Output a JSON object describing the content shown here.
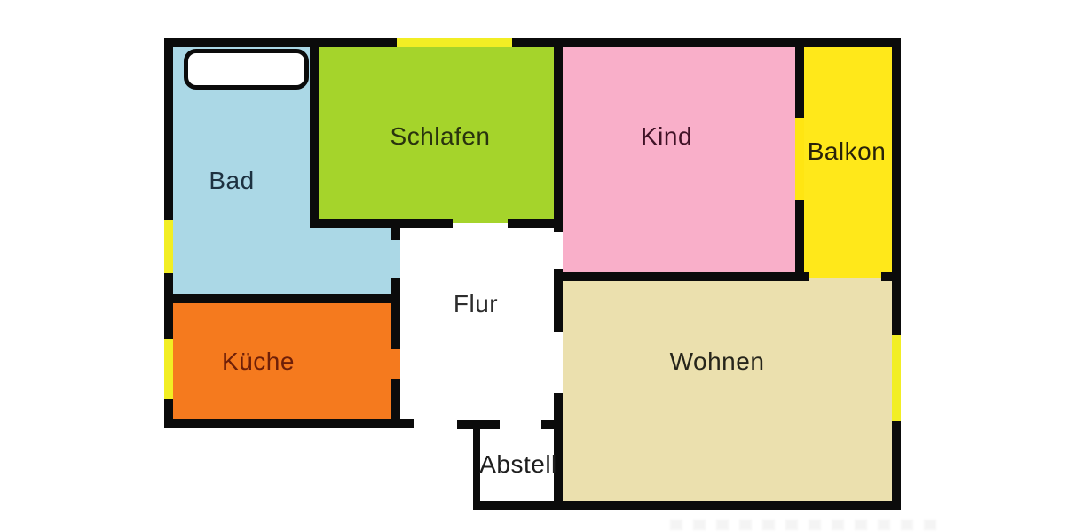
{
  "plan": {
    "type": "apartment-floor-plan"
  },
  "rooms": {
    "bad": {
      "label": "Bad",
      "color": "#ABD8E6",
      "label_color": "#1d3140"
    },
    "schlafen": {
      "label": "Schlafen",
      "color": "#A5D42B",
      "label_color": "#28330e"
    },
    "kind": {
      "label": "Kind",
      "color": "#F9AFC9",
      "label_color": "#401226"
    },
    "balkon": {
      "label": "Balkon",
      "color": "#FFE81A",
      "label_color": "#28220a"
    },
    "kueche": {
      "label": "Küche",
      "color": "#F57A1E",
      "label_color": "#6e1f08"
    },
    "flur": {
      "label": "Flur",
      "color": "#FFFFFF",
      "label_color": "#2d2d2d"
    },
    "wohnen": {
      "label": "Wohnen",
      "color": "#EBE0AE",
      "label_color": "#26251b"
    },
    "abstell": {
      "label": "Abstell",
      "color": "#FFFFFF",
      "label_color": "#1f1f1f"
    }
  },
  "colors": {
    "wall": "#0b0b0b",
    "window_marker": "#F2EE24",
    "balcony_window": "#FFE512"
  }
}
